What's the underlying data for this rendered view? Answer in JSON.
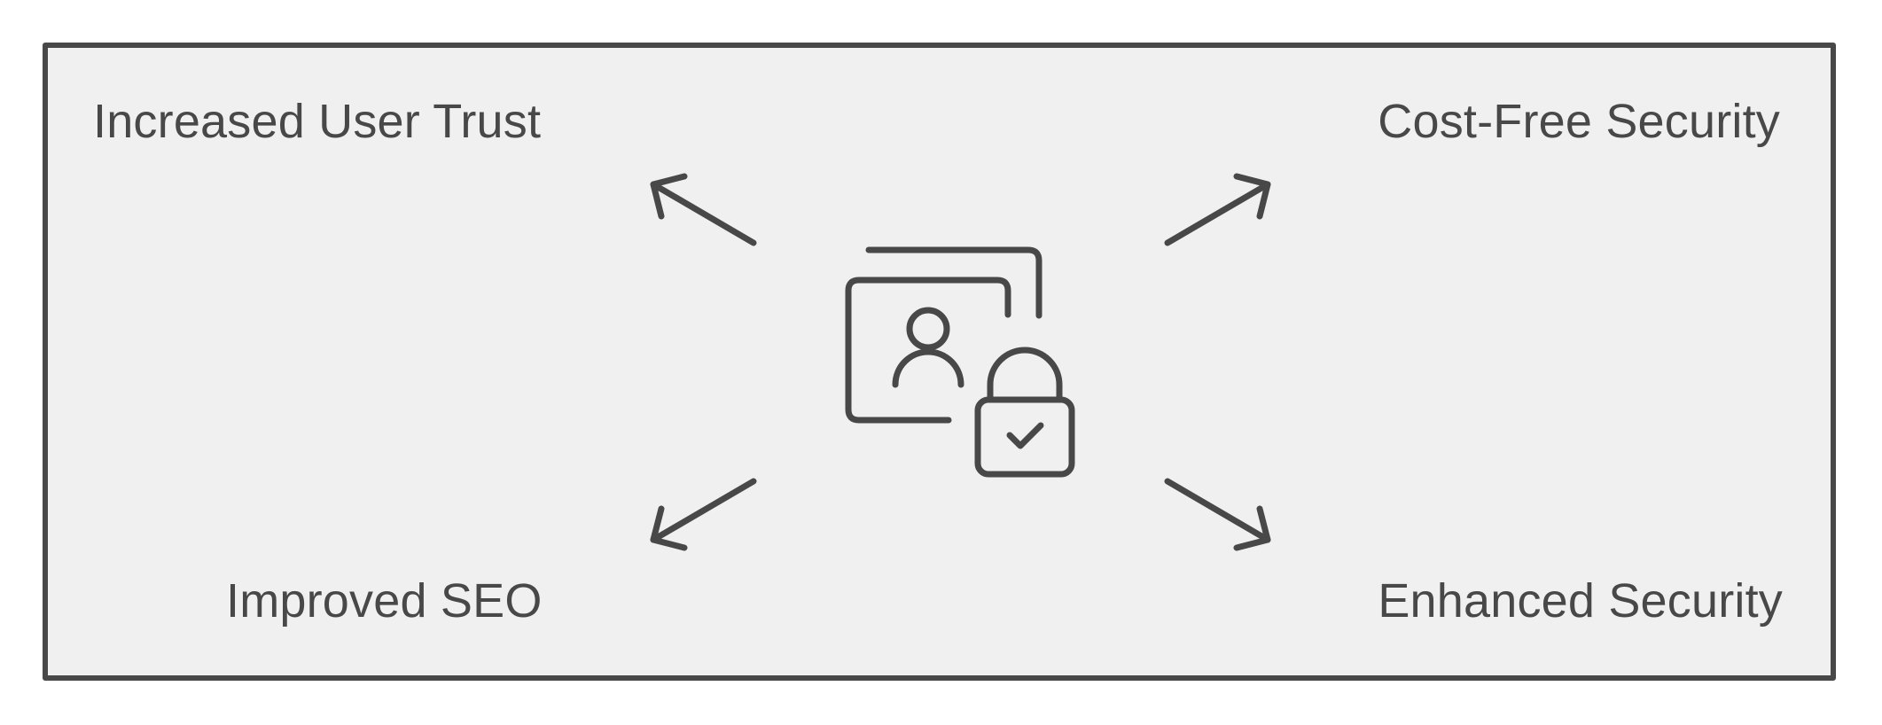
{
  "colors": {
    "stroke": "#484848",
    "panel_background": "#f0f0f0",
    "page_background": "#ffffff"
  },
  "center_icon": "secure-user-profile-with-padlock-icon",
  "outcomes": {
    "top_left": "Increased User Trust",
    "top_right": "Cost-Free Security",
    "bottom_left": "Improved SEO",
    "bottom_right": "Enhanced Security"
  }
}
